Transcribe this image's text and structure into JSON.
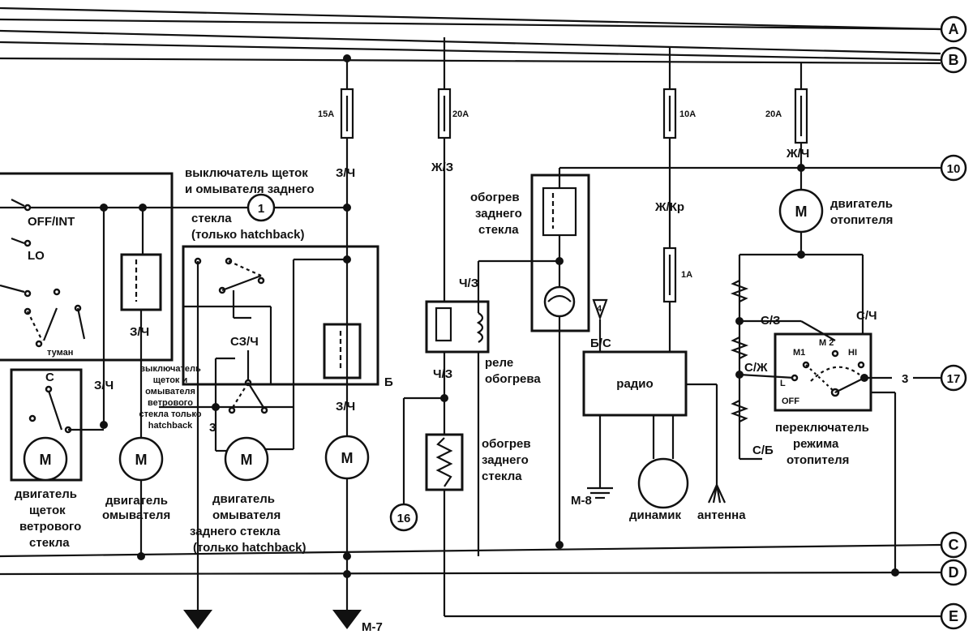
{
  "connectors": {
    "a": "A",
    "b": "B",
    "c": "C",
    "d": "D",
    "e": "E",
    "n10": "10",
    "n1": "1",
    "n16": "16",
    "n17": "17",
    "n4": "4"
  },
  "fuses": {
    "f15": "15A",
    "f20a": "20A",
    "f10": "10A",
    "f20b": "20A",
    "f1": "1A"
  },
  "wires": {
    "zch1": "З/Ч",
    "zhz": "Ж/З",
    "zhch": "Ж/Ч",
    "zhkr": "Ж/Кр",
    "chz1": "Ч/З",
    "chz2": "Ч/З",
    "zch2": "З/Ч",
    "zch3": "З/Ч",
    "zch4": "З/Ч",
    "szch": "СЗ/Ч",
    "bs": "Б/С",
    "sz": "С/З",
    "sch": "С/Ч",
    "szh": "С/Ж",
    "sb": "С/Б",
    "three1": "3",
    "three2": "3",
    "b": "Б"
  },
  "grounds": {
    "m7": "М-7",
    "m8": "М-8"
  },
  "switch_positions": {
    "offint": "OFF/INT",
    "lo": "LO",
    "c": "C",
    "tuman": "туман",
    "m1": "M1",
    "m2": "M 2",
    "hi": "HI",
    "l": "L",
    "off": "OFF"
  },
  "motor_symbol": "M",
  "labels": {
    "rear_switch_l1": "выключатель щеток",
    "rear_switch_l2": "и омывателя заднего",
    "rear_switch_l3": "стекла",
    "rear_switch_l4": "(только hatchback)",
    "wws_l1": "выключатель",
    "wws_l2": "щеток и",
    "wws_l3": "омывателя",
    "wws_l4": "ветрового",
    "wws_l5": "стекла только",
    "wws_l6": "hatchback",
    "wiper_motor_l1": "двигатель",
    "wiper_motor_l2": "щеток",
    "wiper_motor_l3": "ветрового",
    "wiper_motor_l4": "стекла",
    "washer_motor_l1": "двигатель",
    "washer_motor_l2": "омывателя",
    "rear_washer_l1": "двигатель",
    "rear_washer_l2": "омывателя",
    "rear_washer_l3": "заднего стекла",
    "rear_washer_l4": "(только hatchback)",
    "heat_top_l1": "обогрев",
    "heat_top_l2": "заднего",
    "heat_top_l3": "стекла",
    "relay_l1": "реле",
    "relay_l2": "обогрева",
    "heat_el_l1": "обогрев",
    "heat_el_l2": "заднего",
    "heat_el_l3": "стекла",
    "radio": "радио",
    "speaker": "динамик",
    "antenna": "антенна",
    "heater_motor_l1": "двигатель",
    "heater_motor_l2": "отопителя",
    "heater_switch_l1": "переключатель",
    "heater_switch_l2": "режима",
    "heater_switch_l3": "отопителя"
  }
}
